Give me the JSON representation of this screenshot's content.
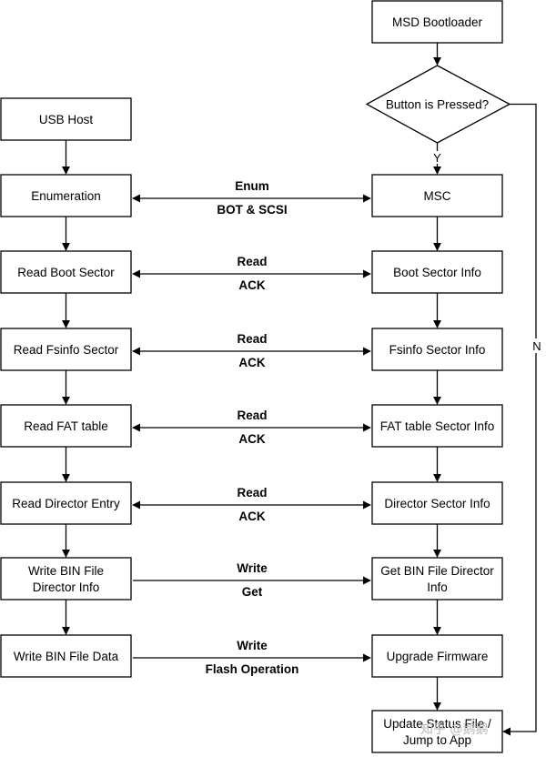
{
  "left_nodes": [
    "USB Host",
    "Enumeration",
    "Read Boot Sector",
    "Read Fsinfo Sector",
    "Read FAT table",
    "Read Director Entry",
    "Write BIN File|Director Info",
    "Write BIN File Data"
  ],
  "right_nodes": {
    "start": "MSD Bootloader",
    "decision": "Button is Pressed?",
    "yes_label": "Y",
    "no_label": "N",
    "steps": [
      "MSC",
      "Boot Sector Info",
      "Fsinfo Sector Info",
      "FAT table Sector Info",
      "Director Sector Info",
      "Get BIN File Director|Info",
      "Upgrade Firmware",
      "Update Status File /|Jump to App"
    ]
  },
  "links": [
    {
      "top": "Enum",
      "bottom": "BOT & SCSI",
      "direction": "both"
    },
    {
      "top": "Read",
      "bottom": "ACK",
      "direction": "both"
    },
    {
      "top": "Read",
      "bottom": "ACK",
      "direction": "both"
    },
    {
      "top": "Read",
      "bottom": "ACK",
      "direction": "both"
    },
    {
      "top": "Read",
      "bottom": "ACK",
      "direction": "both"
    },
    {
      "top": "Write",
      "bottom": "Get",
      "direction": "right"
    },
    {
      "top": "Write",
      "bottom": "Flash Operation",
      "direction": "right"
    }
  ],
  "watermark": "知乎 @鹅鹅"
}
